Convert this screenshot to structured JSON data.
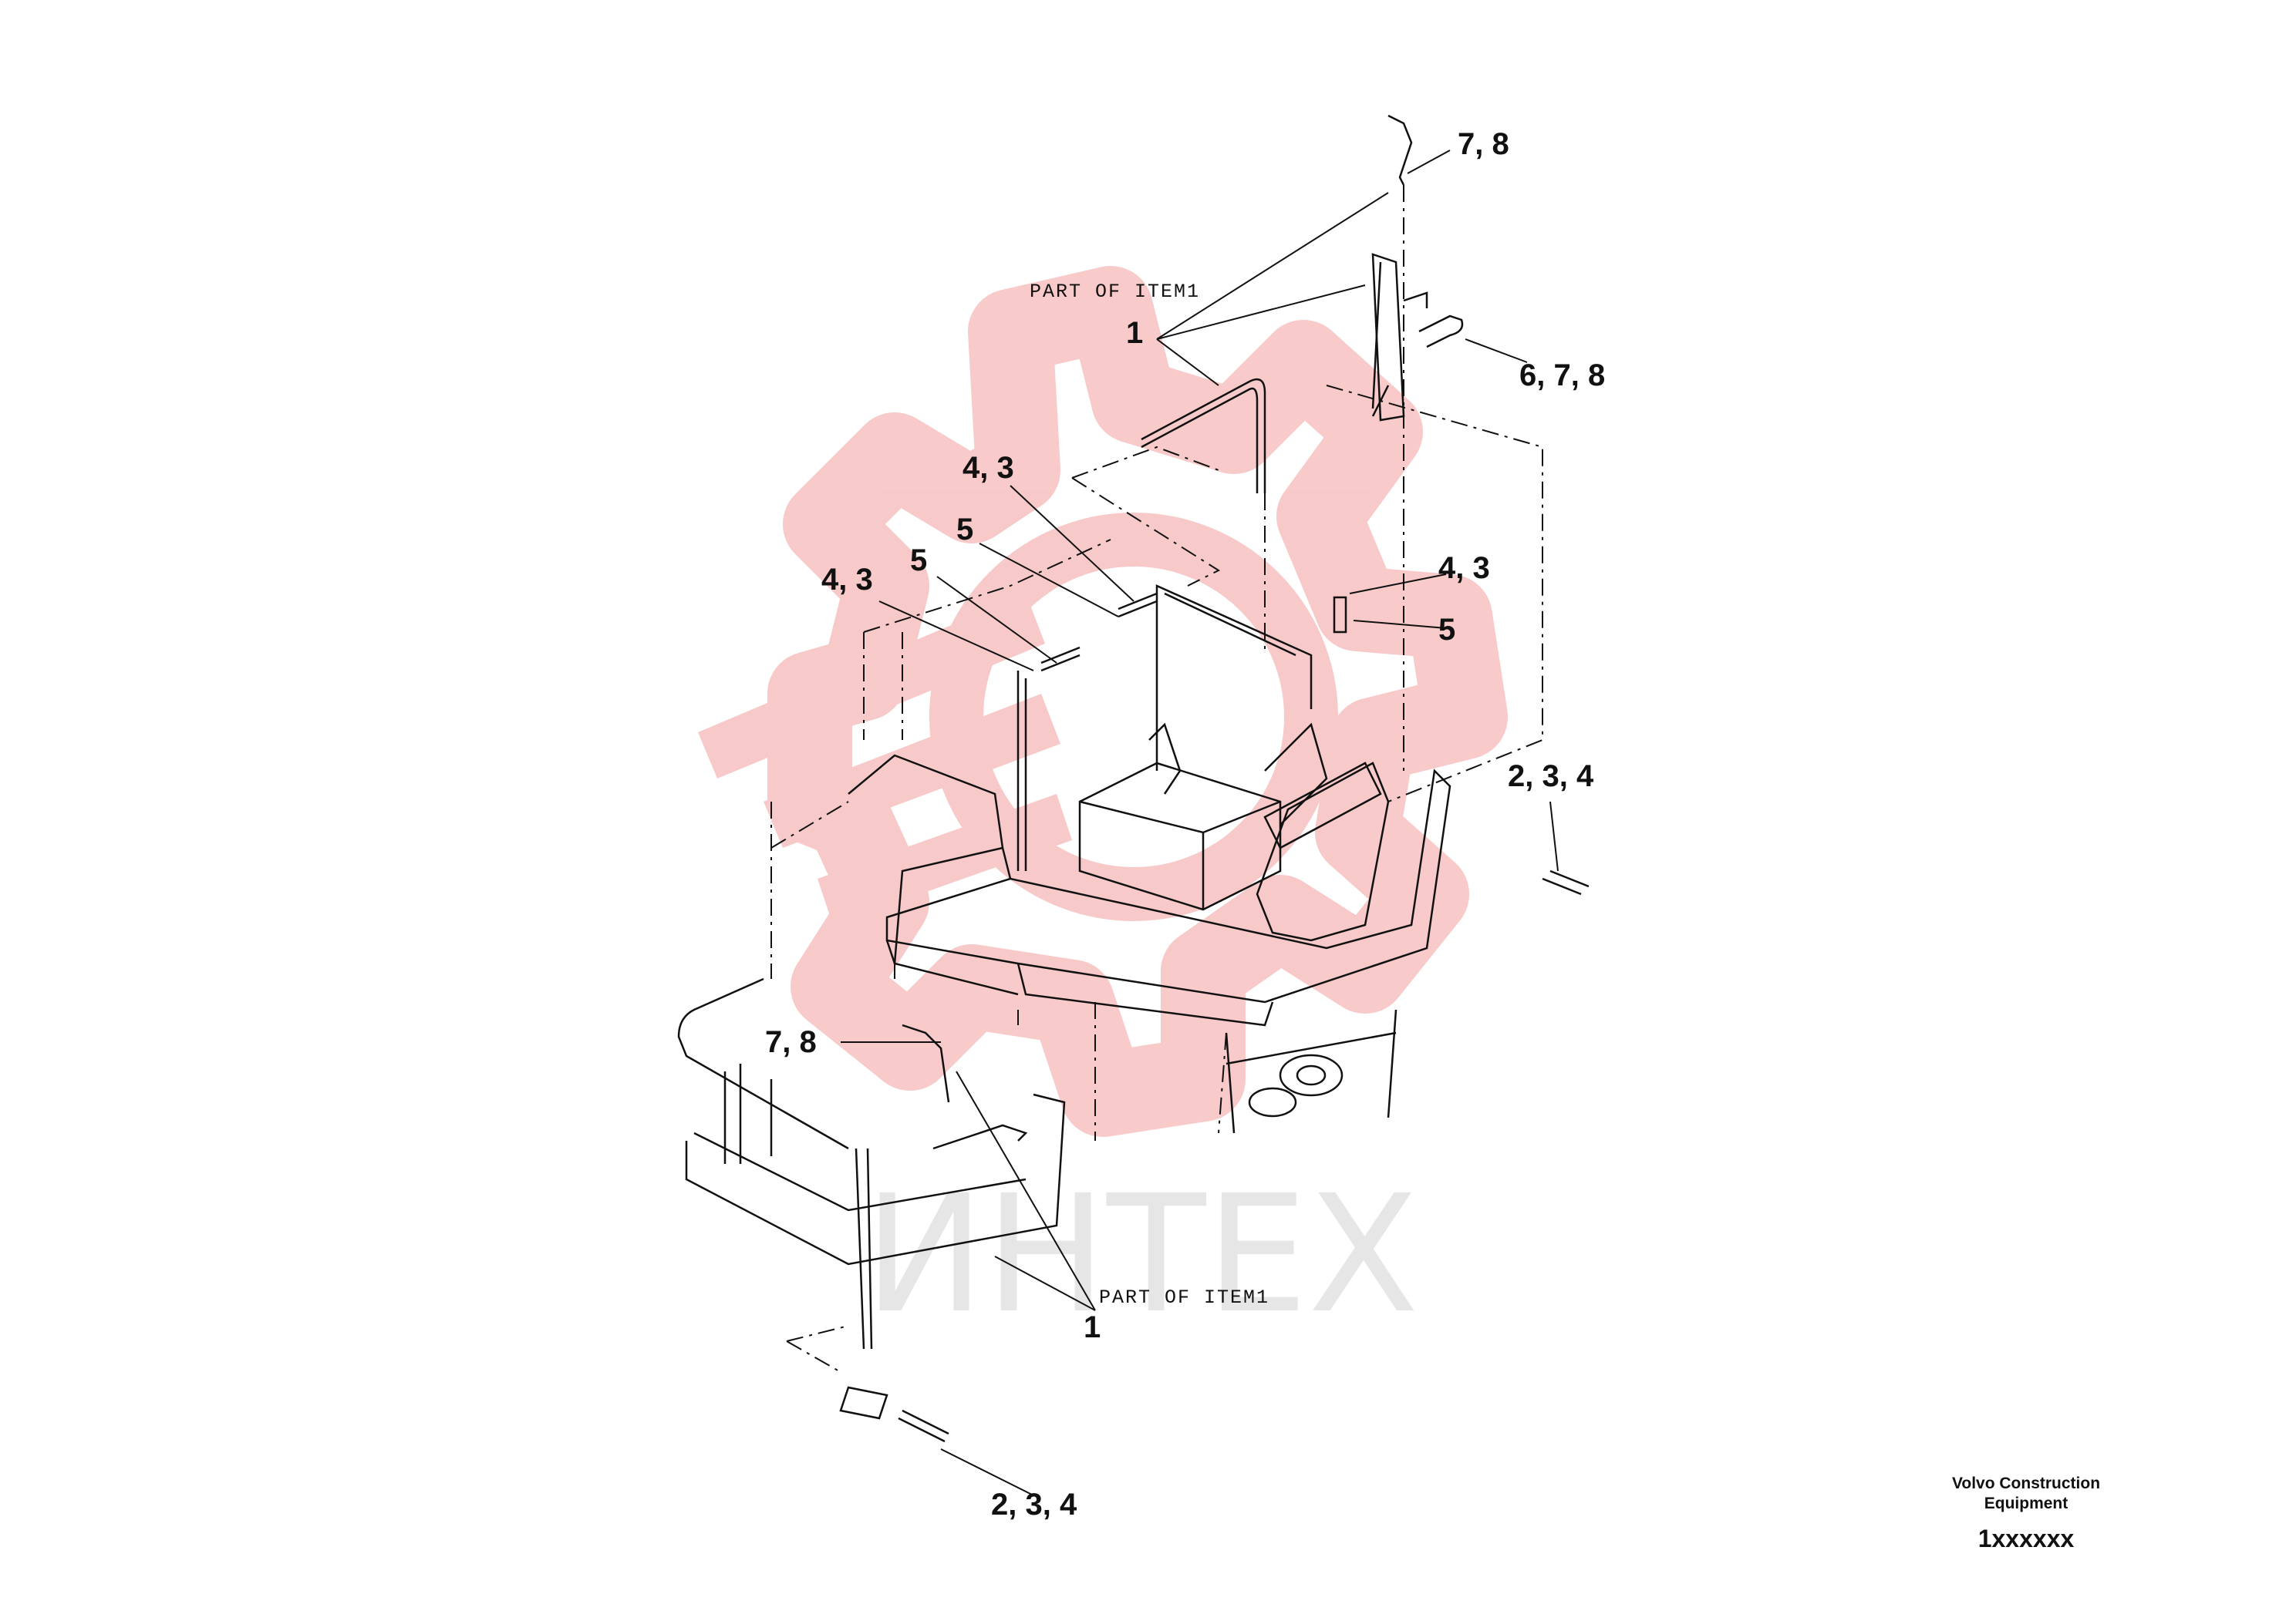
{
  "diagram": {
    "notes": {
      "top": "PART OF ITEM1",
      "bottom": "PART OF ITEM1"
    },
    "callouts": {
      "c78_top": "7, 8",
      "c678": "6, 7, 8",
      "c1_top": "1",
      "c43_a": "4, 3",
      "c5_a": "5",
      "c5_b": "5",
      "c43_b": "4, 3",
      "c43_c": "4, 3",
      "c5_c": "5",
      "c234_right": "2, 3, 4",
      "c78_bottom": "7, 8",
      "c1_bottom": "1",
      "c234_bottom": "2, 3, 4"
    },
    "watermark_text": "ИНТЕХ"
  },
  "footer": {
    "brand_line1": "Volvo Construction",
    "brand_line2": "Equipment",
    "code": "1xxxxxx"
  },
  "colors": {
    "watermark_red": "#f7c4c4",
    "watermark_gray": "#e6e6e6",
    "line": "#111111"
  }
}
